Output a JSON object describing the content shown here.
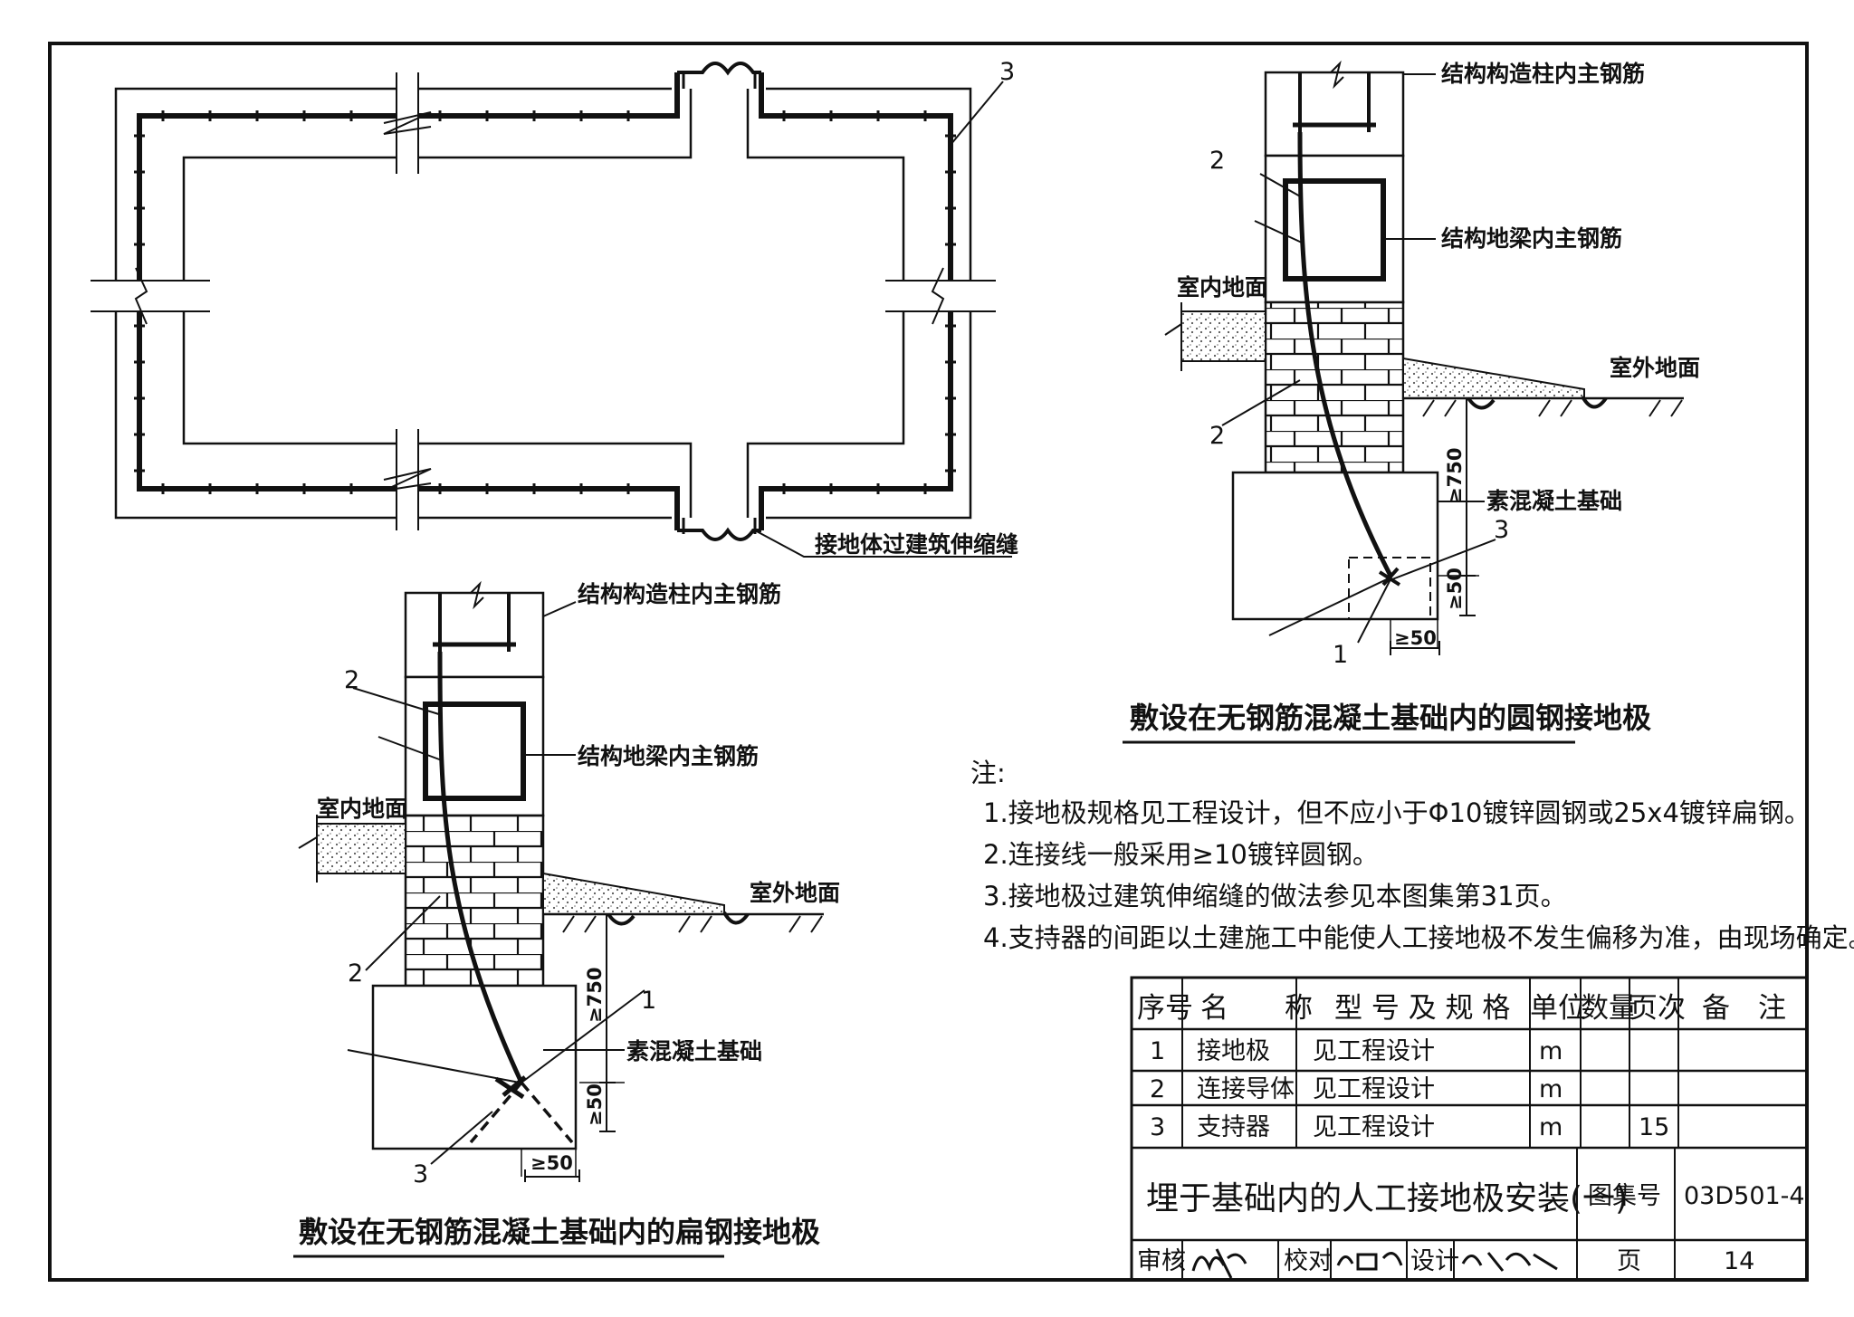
{
  "plan": {
    "callout_3": "3",
    "expansion_joint_label": "接地体过建筑伸缩缝"
  },
  "detail_flat": {
    "column_rebar": "结构构造柱内主钢筋",
    "beam_rebar": "结构地梁内主钢筋",
    "indoor_floor": "室内地面",
    "outdoor_ground": "室外地面",
    "plain_concrete_foundation": "素混凝土基础",
    "callout_1": "1",
    "callout_2a": "2",
    "callout_2b": "2",
    "callout_3": "3",
    "dim_750": "≥750",
    "dim_50v": "≥50",
    "dim_50h": "≥50",
    "caption": "敷设在无钢筋混凝土基础内的扁钢接地极"
  },
  "detail_round": {
    "column_rebar": "结构构造柱内主钢筋",
    "beam_rebar": "结构地梁内主钢筋",
    "indoor_floor": "室内地面",
    "outdoor_ground": "室外地面",
    "plain_concrete_foundation": "素混凝土基础",
    "callout_1": "1",
    "callout_2a": "2",
    "callout_2b": "2",
    "callout_3": "3",
    "dim_750": "≥750",
    "dim_50v": "≥50",
    "dim_50h": "≥50",
    "caption": "敷设在无钢筋混凝土基础内的圆钢接地极"
  },
  "notes": {
    "heading": "注:",
    "items": [
      "1.接地极规格见工程设计，但不应小于Φ10镀锌圆钢或25x4镀锌扁钢。",
      "2.连接线一般采用≥10镀锌圆钢。",
      "3.接地极过建筑伸缩缝的做法参见本图集第31页。",
      "4.支持器的间距以土建施工中能使人工接地极不发生偏移为准，由现场确定。"
    ]
  },
  "table": {
    "headers": [
      "序号",
      "名　　称",
      "型 号 及 规 格",
      "单位",
      "数量",
      "页次",
      "备　注"
    ],
    "rows": [
      [
        "1",
        "接地极",
        "见工程设计",
        "m",
        "",
        "",
        ""
      ],
      [
        "2",
        "连接导体",
        "见工程设计",
        "m",
        "",
        "",
        ""
      ],
      [
        "3",
        "支持器",
        "见工程设计",
        "m",
        "",
        "15",
        ""
      ]
    ]
  },
  "title_block": {
    "title": "埋于基础内的人工接地极安装(一)",
    "atlas_label": "图集号",
    "atlas_no": "03D501-4",
    "review_label": "审核",
    "check_label": "校对",
    "design_label": "设计",
    "page_label": "页",
    "page_no": "14"
  },
  "colors": {
    "ink": "#111111",
    "paper": "#ffffff",
    "hatch": "#999999"
  }
}
